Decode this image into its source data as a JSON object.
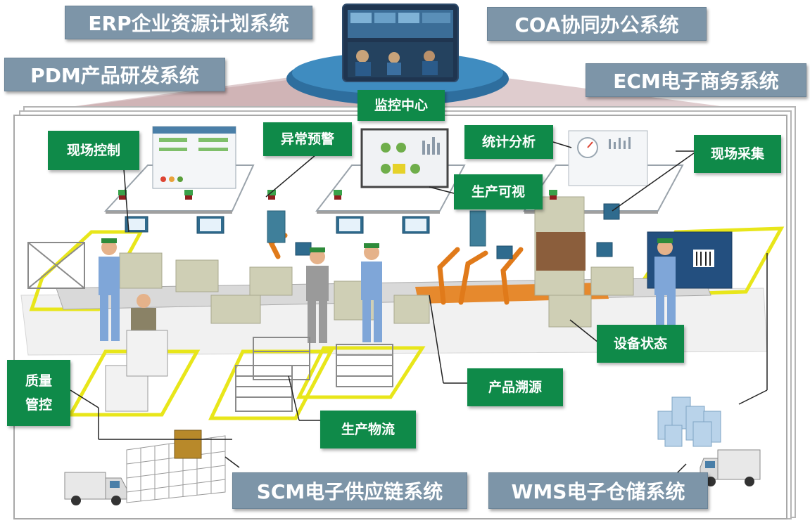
{
  "systems": {
    "erp": "ERP企业资源计划系统",
    "coa": "COA协同办公系统",
    "pdm": "PDM产品研发系统",
    "ecm": "ECM电子商务系统",
    "scm": "SCM电子供应链系统",
    "wms": "WMS电子仓储系统"
  },
  "labels": {
    "monitor_center": "监控中心",
    "field_control": "现场控制",
    "exception_alert": "异常预警",
    "statistics": "统计分析",
    "field_collection": "现场采集",
    "production_visual": "生产可视",
    "equipment_status": "设备状态",
    "product_trace": "产品溯源",
    "quality_line1": "质量",
    "quality_line2": "管控",
    "production_logistics": "生产物流"
  },
  "colors": {
    "system_box": "#7d95a8",
    "label_green": "#0f8a49",
    "floor_outline": "#e8e61a",
    "dome": "#2a6fa0",
    "roof": "#b98b92"
  }
}
